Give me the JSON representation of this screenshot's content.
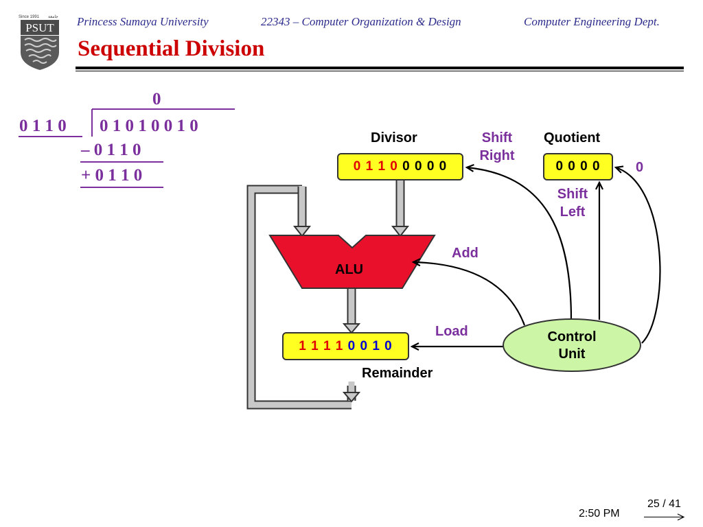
{
  "header": {
    "university": "Princess Sumaya University",
    "course": "22343 – Computer Organization & Design",
    "department": "Computer Engineering Dept.",
    "logo_since": "Since 1991",
    "logo_text": "PSUT",
    "logo_arabic": "جامعة"
  },
  "title": "Sequential Division",
  "long_division": {
    "quotient": "0",
    "divisor": "0 1 1 0",
    "dividend": "0 1 0 1 0 0 1 0",
    "subtract_line": "– 0 1 1 0",
    "add_line": "+ 0 1 1 0"
  },
  "diagram": {
    "divisor_label": "Divisor",
    "divisor_bits_red": "0 1 1 0",
    "divisor_bits_black": "0 0 0 0",
    "shift_right_label": [
      "Shift",
      "Right"
    ],
    "quotient_label": "Quotient",
    "quotient_bits": "0 0 0 0",
    "quotient_input": "0",
    "shift_left_label": [
      "Shift",
      "Left"
    ],
    "alu_label": "ALU",
    "add_label": "Add",
    "load_label": "Load",
    "remainder_bits_red": "1 1 1 1",
    "remainder_bits_blue": "0 0 1 0",
    "remainder_label": "Remainder",
    "control_unit_label": [
      "Control",
      "Unit"
    ]
  },
  "footer": {
    "time": "2:50 PM",
    "page": "25 / 41"
  },
  "colors": {
    "header_text": "#2b2b8c",
    "title": "#cc0000",
    "purple_text": "#7a2f9c",
    "register_fill": "#ffff22",
    "alu_fill": "#e8102a",
    "control_fill": "#ccf5a6",
    "bus_fill": "#c8c8c8"
  }
}
